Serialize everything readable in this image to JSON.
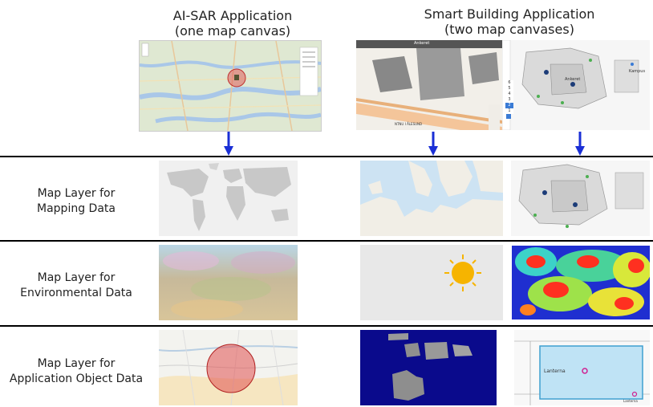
{
  "headers": {
    "left": {
      "line1": "AI-SAR Application",
      "line2": "(one map canvas)"
    },
    "right": {
      "line1": "Smart Building Application",
      "line2": "(two map canvases)"
    }
  },
  "rows": [
    {
      "line1": "Map Layer for",
      "line2": "Mapping Data"
    },
    {
      "line1": "Map Layer for",
      "line2": "Environmental Data"
    },
    {
      "line1": "Map Layer for",
      "line2": "Application Object Data"
    }
  ],
  "screenshots": {
    "left_popup_label": "Ankeret",
    "campus_label": "NTNU I ÅLESUND",
    "right_label": "Ankeret",
    "right_label2": "Kampus",
    "zoom_levels": [
      "6",
      "5",
      "4",
      "3",
      "2",
      "1"
    ]
  },
  "objects": {
    "building_label": "Lanterna",
    "bottom_label": "Lanterna"
  },
  "colors": {
    "arrow": "#1a2fd6",
    "separator": "#000000",
    "search_circle": "#e05050",
    "object_panel": "#0a0a8c",
    "room_highlight": "#bfe3f5"
  }
}
